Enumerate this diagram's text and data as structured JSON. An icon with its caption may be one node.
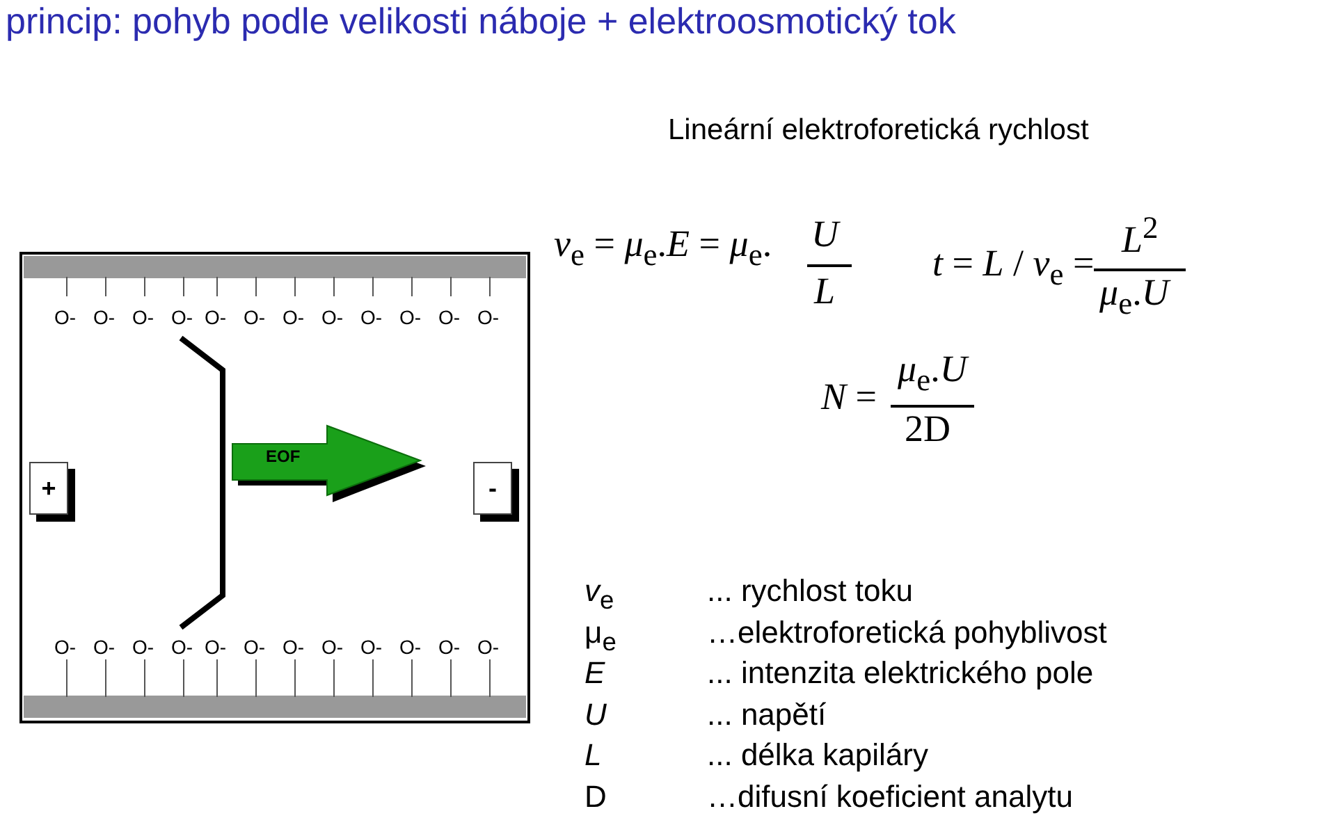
{
  "diagram": {
    "title": "princip: pohyb podle velikosti náboje + elektroosmotický tok",
    "nodes": [
      {
        "text": [
          "+"
        ]
      },
      {
        "text": [
          "-"
        ]
      },
      {
        "text": [
          "EOF"
        ]
      }
    ],
    "edges": [],
    "labels": [
      "Lineární elektroforetická rychlost",
      "*v*$_{e}$ = *μ*$_{e}$.*E* = *μ*$_{e}$.",
      "*U*",
      "*L*",
      "*t* = *L* / *v*$_{e}$ =",
      "*L*$^{2}$",
      "*μ*$_{e}$.*U*",
      "*N* =",
      "*μ*$_{e}$.*U*",
      "2D",
      "O-",
      "O-",
      "O-",
      "O-",
      "O-",
      "O-",
      "O-",
      "O-",
      "O-",
      "O-",
      "O-",
      "O-",
      "O-",
      "O-",
      "O-",
      "O-",
      "O-",
      "O-",
      "O-",
      "O-",
      "O-",
      "O-",
      "O-",
      "O-",
      "*v*$_{e}$",
      "... rychlost toku",
      "μ$_{e}$",
      "…elektroforetická pohyblivost",
      "E",
      "... intenzita elektrického pole",
      "U",
      "... napětí",
      "L",
      "... délka kapiláry",
      "D",
      "…difusní koeficient analytu"
    ]
  }
}
